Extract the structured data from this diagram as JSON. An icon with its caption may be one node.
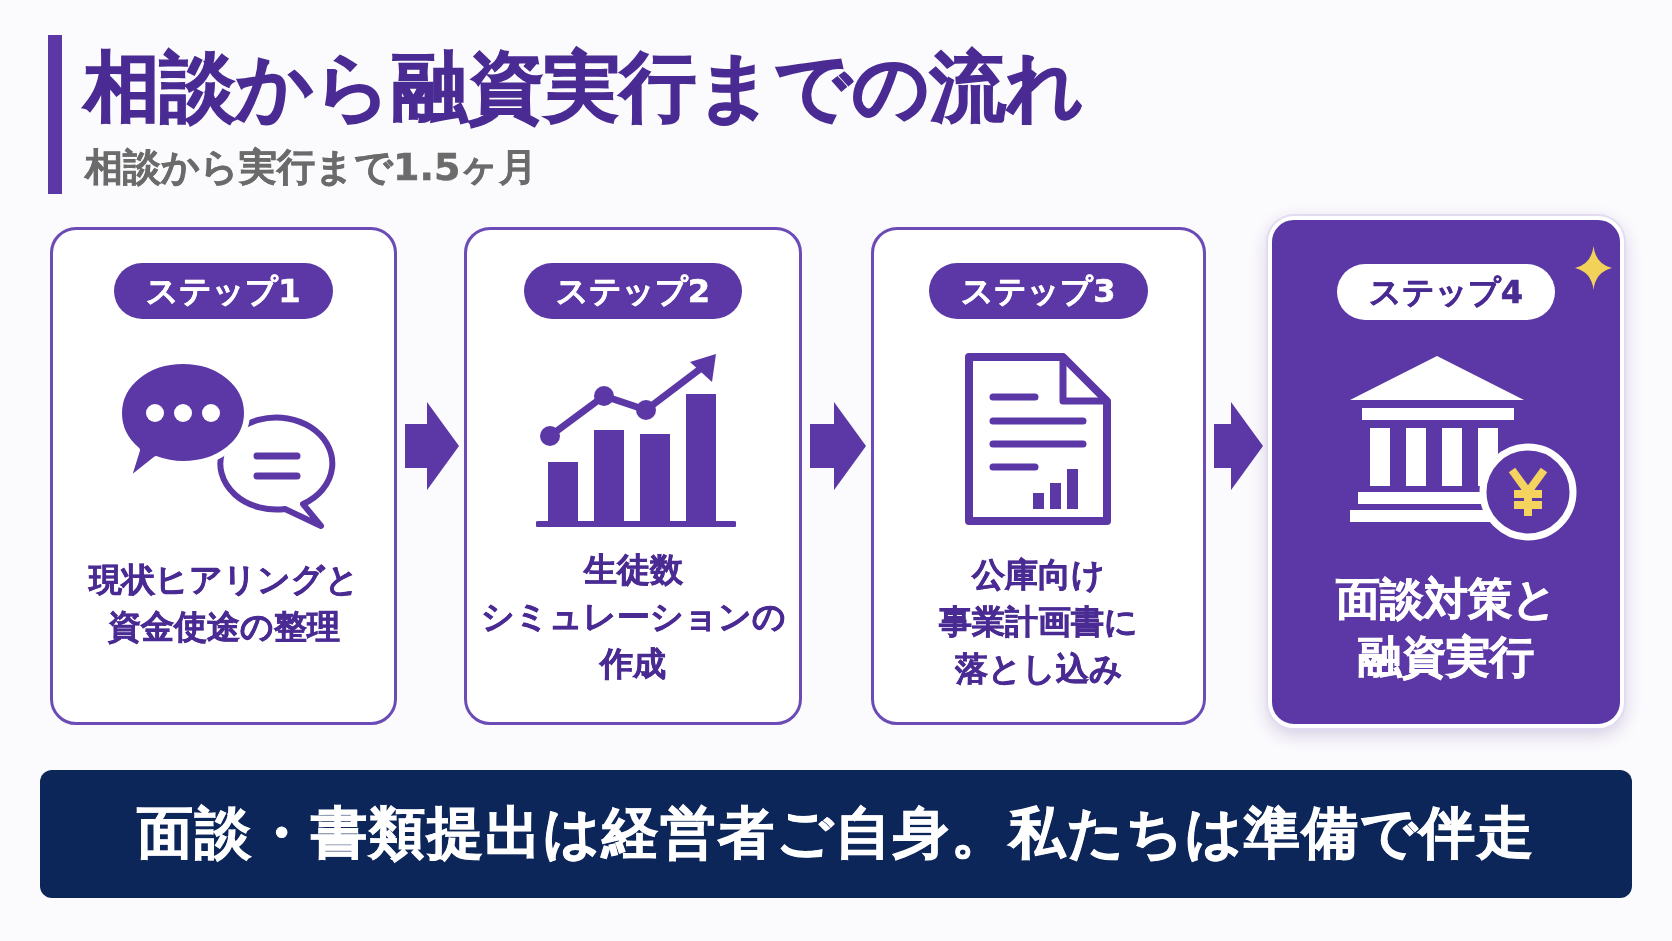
{
  "diagram": {
    "title": "相談から融資実行までの流れ",
    "nodes": [
      {
        "text": [
          "現状ヒアリングと資金使途の整理"
        ]
      },
      {
        "text": [
          "ステップ1"
        ],
        "in": 0
      },
      {
        "text": [
          "生徒数シミュレーションの作成"
        ]
      },
      {
        "text": [
          "ステップ2"
        ],
        "in": 2
      },
      {
        "text": [
          "公庫向け事業計画書に落とし込み"
        ]
      },
      {
        "text": [
          "ステップ3"
        ],
        "in": 4
      },
      {
        "text": [
          "面談対策と融資実行"
        ]
      },
      {
        "text": [
          "ステップ4"
        ],
        "in": 6
      },
      {
        "text": [
          "面談・書類提出は経営者ご自身。私たちは準備で伴走"
        ]
      }
    ],
    "edges": [
      {
        "from": 0,
        "to": 2,
        "arrow": "to"
      },
      {
        "from": 2,
        "to": 4,
        "arrow": "to"
      },
      {
        "from": 4,
        "to": 6,
        "arrow": "to"
      }
    ],
    "labels": [
      "相談から実行まで1.5ヶ月"
    ]
  }
}
